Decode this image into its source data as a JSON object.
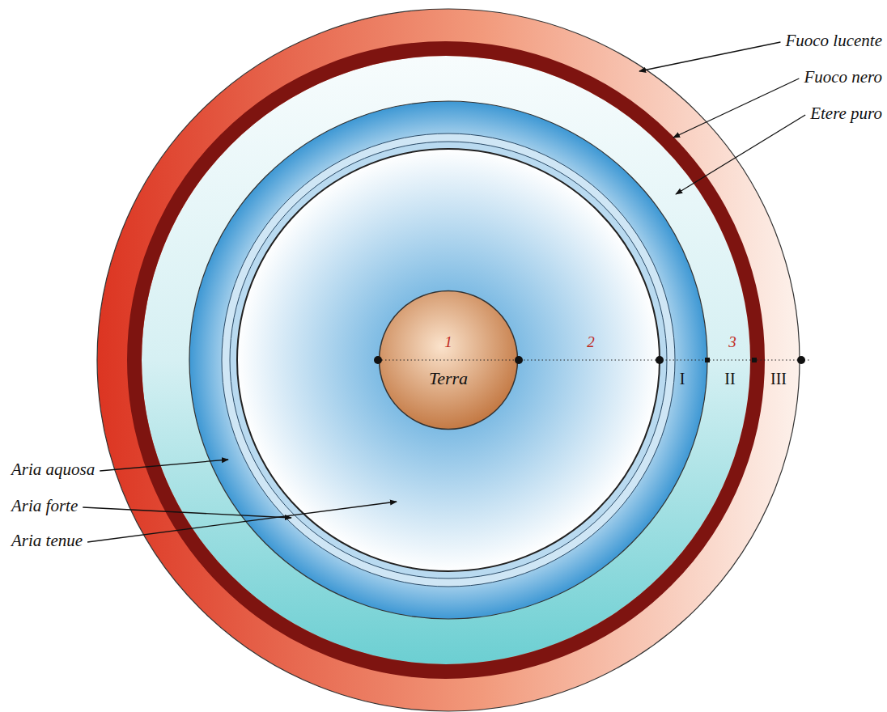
{
  "diagram": {
    "nodes": [
      {
        "text": [
          "Terra"
        ]
      }
    ],
    "labels": [
      "Fuoco lucente",
      "Fuoco nero",
      "Etere puro",
      "Aria aquosa",
      "Aria forte",
      "Aria tenue",
      "1",
      "2",
      "3",
      "I",
      "II",
      "III"
    ]
  }
}
